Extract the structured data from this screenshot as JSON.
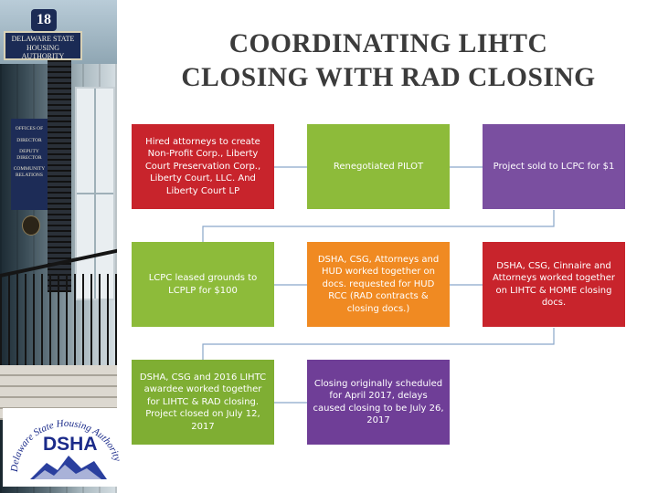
{
  "title": {
    "line1": "COORDINATING LIHTC",
    "line2": "CLOSING WITH RAD CLOSING"
  },
  "photo": {
    "house_number": "18",
    "sign_text": "DELAWARE STATE HOUSING AUTHORITY",
    "board_lines": [
      "OFFICES OF",
      "DIRECTOR",
      "DEPUTY DIRECTOR",
      "COMMUNITY RELATIONS"
    ]
  },
  "logo": {
    "arc_text": "Delaware State Housing Authority",
    "acronym": "DSHA"
  },
  "steps": {
    "s1": "Hired attorneys to create Non-Profit Corp., Liberty Court Preservation Corp., Liberty Court, LLC. And Liberty Court LP",
    "s2": "Renegotiated PILOT",
    "s3": "Project sold to LCPC for $1",
    "s4": "LCPC leased grounds to LCPLP for $100",
    "s5": "DSHA, CSG, Attorneys and HUD worked together on docs. requested for HUD RCC (RAD contracts & closing docs.)",
    "s6": "DSHA, CSG, Cinnaire and Attorneys worked together on LIHTC & HOME closing docs.",
    "s7": "DSHA, CSG and 2016 LIHTC awardee worked together for LIHTC & RAD closing. Project closed on July 12, 2017",
    "s8": "Closing originally scheduled for April 2017, delays caused closing to be July 26, 2017"
  },
  "colors": {
    "red": "#c8242c",
    "green": "#8dbb3a",
    "purple": "#7a4fa0",
    "orange": "#f08a22",
    "connector": "#8aa7c9",
    "title": "#3b3b3b",
    "logo_blue": "#1b2b8a"
  }
}
